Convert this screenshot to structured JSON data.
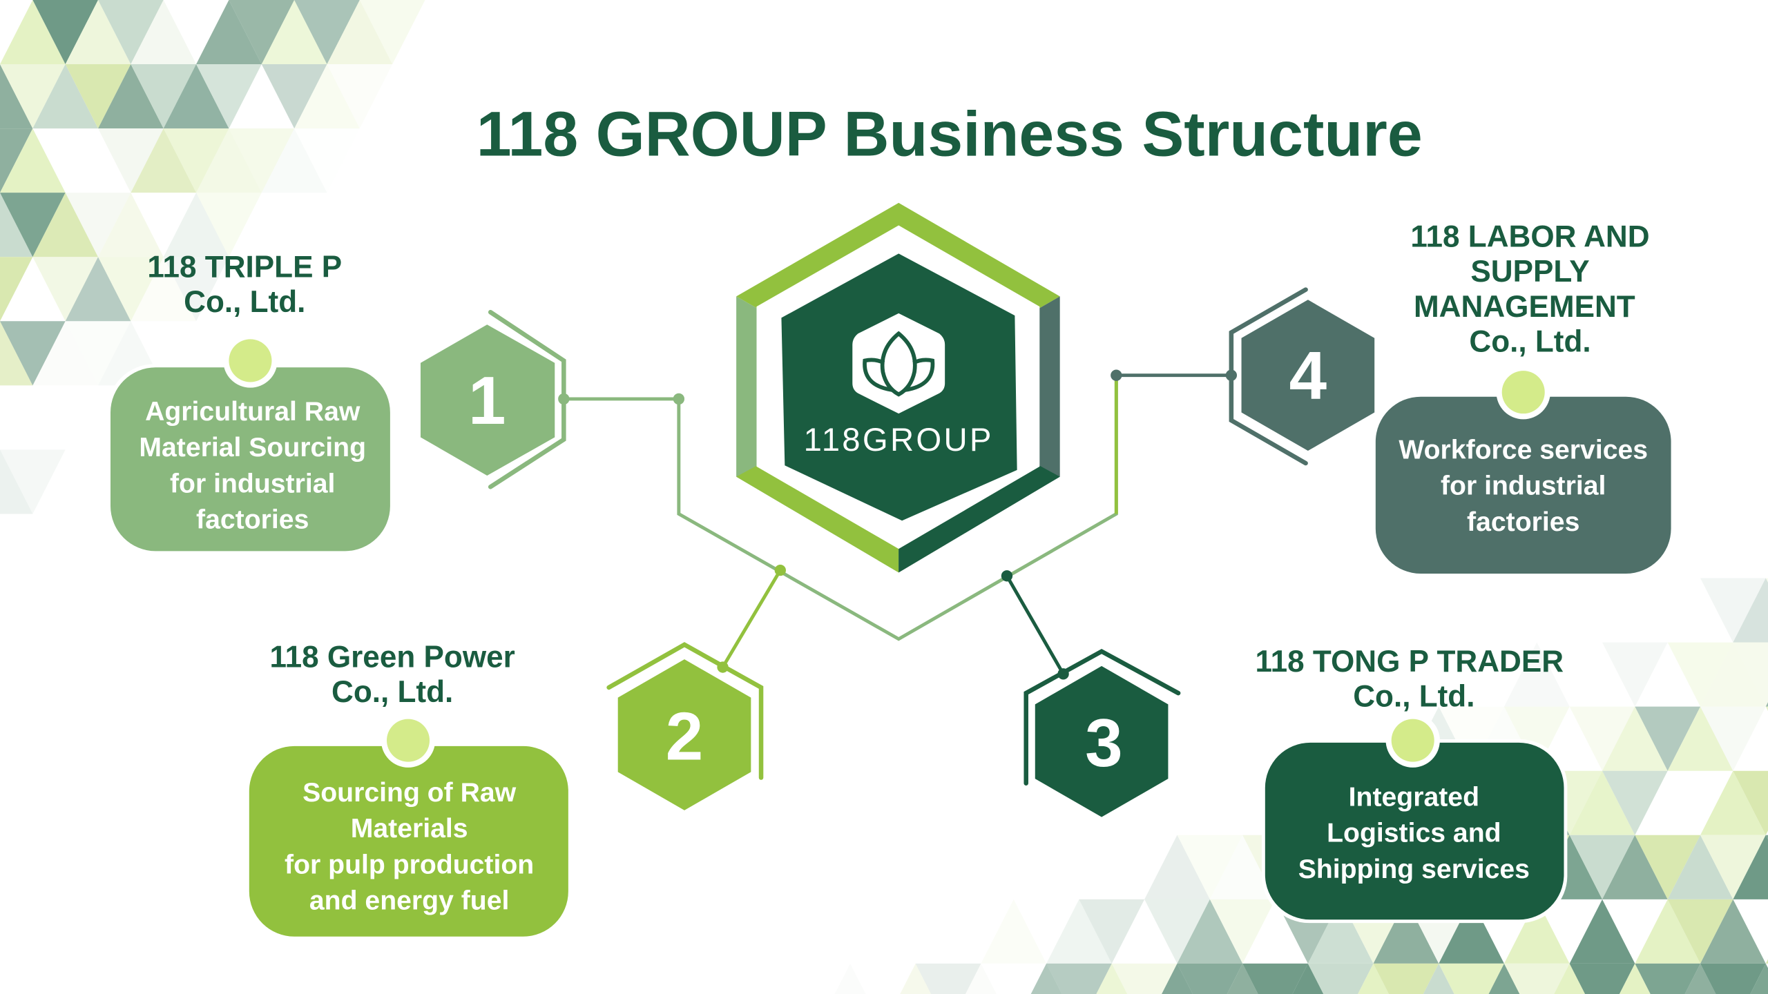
{
  "title": "118 GROUP Business Structure",
  "center": {
    "logo_text": "118GROUP"
  },
  "colors": {
    "dark": "#1a5c40",
    "light": "#8ab87e",
    "lime": "#92c13e",
    "slate": "#4f7069",
    "dot": "#d4eb8a"
  },
  "companies": [
    {
      "number": "1",
      "name_lines": [
        "118 TRIPLE P",
        "Co., Ltd."
      ],
      "desc_lines": [
        "Agricultural Raw",
        "Material Sourcing",
        "for industrial",
        "factories"
      ]
    },
    {
      "number": "2",
      "name_lines": [
        "118 Green Power",
        "Co., Ltd."
      ],
      "desc_lines": [
        "Sourcing of Raw",
        "Materials",
        "for pulp production",
        "and energy fuel"
      ]
    },
    {
      "number": "3",
      "name_lines": [
        "118 TONG P TRADER",
        "Co., Ltd."
      ],
      "desc_lines": [
        "Integrated",
        "Logistics and",
        "Shipping services"
      ]
    },
    {
      "number": "4",
      "name_lines": [
        "118 LABOR AND",
        "SUPPLY",
        "MANAGEMENT",
        "Co., Ltd."
      ],
      "desc_lines": [
        "Workforce services",
        "for industrial",
        "factories"
      ]
    }
  ]
}
